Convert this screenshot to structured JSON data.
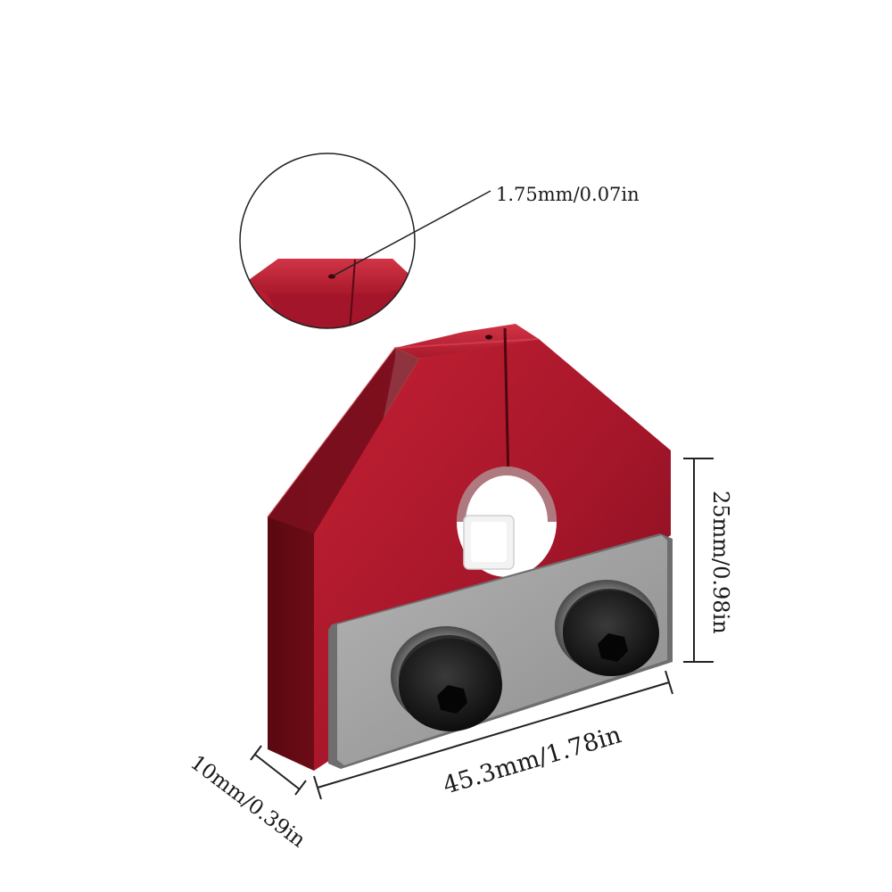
{
  "dimensions": {
    "hole_diameter": "1.75mm/0.07in",
    "height": "25mm/0.98in",
    "width": "45.3mm/1.78in",
    "thickness": "10mm/0.39in"
  },
  "colors": {
    "body_red": "#b01a2a",
    "body_dark": "#6a0a14",
    "plate_gray": "#9a9a9a",
    "screw_black": "#151515",
    "ptfe_white": "#f2f2f2"
  }
}
